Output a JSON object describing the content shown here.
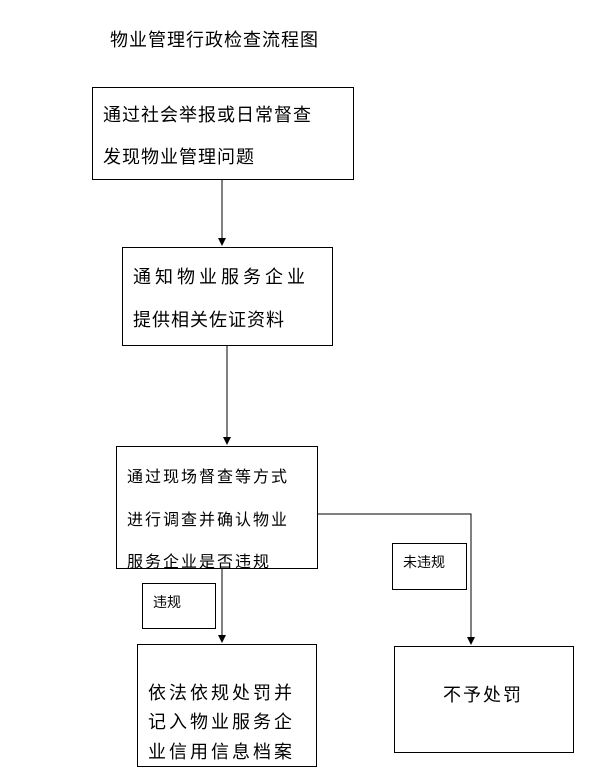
{
  "title": "物业管理行政检查流程图",
  "nodes": {
    "step1": {
      "lines": [
        "通过社会举报或日常督查",
        "发现物业管理问题"
      ]
    },
    "step2": {
      "lines": [
        "通知物业服务企业",
        "提供相关佐证资料"
      ]
    },
    "step3": {
      "lines": [
        "通过现场督查等方式",
        "进行调查并确认物业",
        "服务企业是否违规"
      ]
    },
    "violation_tag": {
      "text": "违规"
    },
    "no_violation_tag": {
      "text": "未违规"
    },
    "step4": {
      "lines": [
        "依法依规处罚并",
        "记入物业服务企",
        "业信用信息档案"
      ]
    },
    "step5": {
      "lines": [
        "不予处罚"
      ]
    }
  }
}
